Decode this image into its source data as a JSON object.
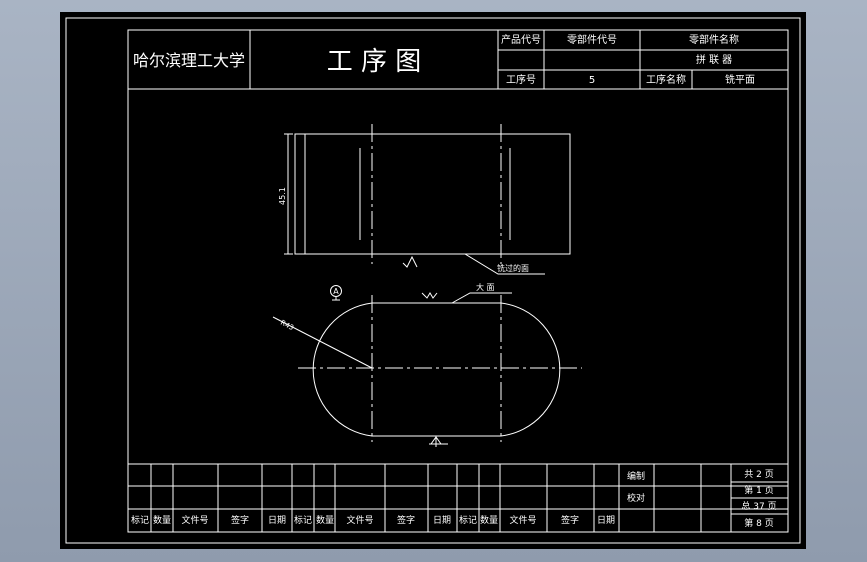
{
  "title_block": {
    "university": "哈尔滨理工大学",
    "title": "工 序 图",
    "product_code_label": "产品代号",
    "part_code_label": "零部件代号",
    "part_name_label": "零部件名称",
    "part_name": "拼 联 器",
    "process_no_label": "工序号",
    "process_no": "5",
    "process_name_label": "工序名称",
    "process_name": "铣平面"
  },
  "annotations": {
    "dimension_height": "45.1",
    "leader_top": "铣过的面",
    "leader_bottom": "大 面",
    "radius": "R43",
    "datum": "A"
  },
  "revision_block": {
    "headers": [
      "标记",
      "数量",
      "文件号",
      "签字",
      "日期",
      "标记",
      "数量",
      "文件号",
      "签字",
      "日期",
      "标记",
      "数量",
      "文件号",
      "签字",
      "日期"
    ],
    "compiled_label": "编制",
    "checked_label": "校对",
    "pages_total": "共 2 页",
    "page_current": "第 1 页",
    "total_sheets": "总 37 页",
    "sheet_no": "第 8 页"
  },
  "colors": {
    "paper": "#000000",
    "lines": "#ffffff",
    "workspace": "#a9b4c4"
  }
}
